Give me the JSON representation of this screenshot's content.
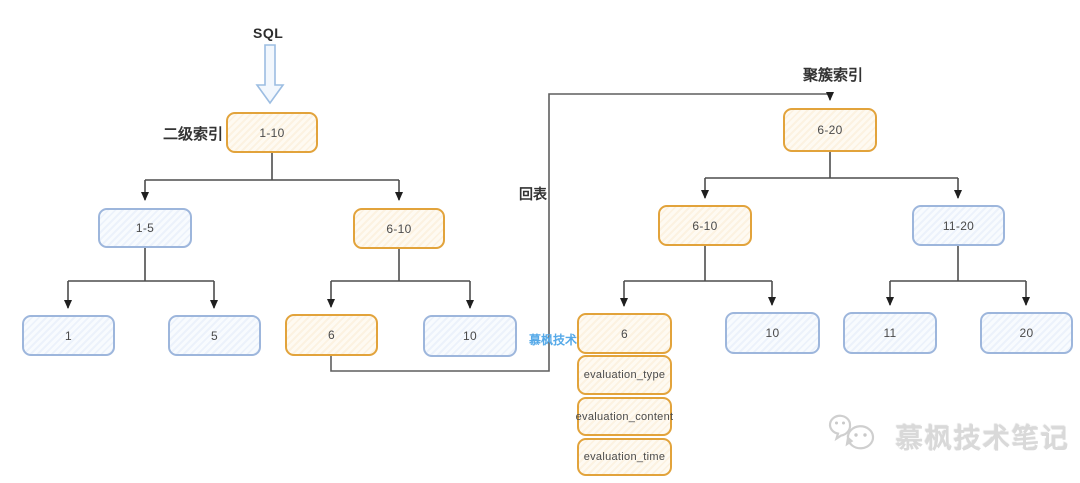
{
  "labels": {
    "sql": "SQL",
    "secondary_index": "二级索引",
    "clustered_index": "聚簇索引",
    "back_to_table": "回表"
  },
  "secondary_tree": {
    "root": "1-10",
    "internal": [
      "1-5",
      "6-10"
    ],
    "leaves": [
      "1",
      "5",
      "6",
      "10"
    ]
  },
  "clustered_tree": {
    "root": "6-20",
    "internal": [
      "6-10",
      "11-20"
    ],
    "leaves": [
      "6",
      "10",
      "11",
      "20"
    ]
  },
  "record_fields": [
    "evaluation_type",
    "evaluation_content",
    "evaluation_time"
  ],
  "watermarks": {
    "inline": "慕枫技术",
    "footer": "慕枫技术笔记"
  },
  "colors": {
    "highlight_border": "#e2a33b",
    "highlight_fill": "#fdf6ea",
    "normal_border": "#9db6dc",
    "normal_fill": "#eef3fa",
    "connector": "#4d4d4d",
    "sql_arrow_stroke": "#9cbde2",
    "inline_watermark": "#55a9e8",
    "footer_watermark": "#d9d9d9"
  }
}
